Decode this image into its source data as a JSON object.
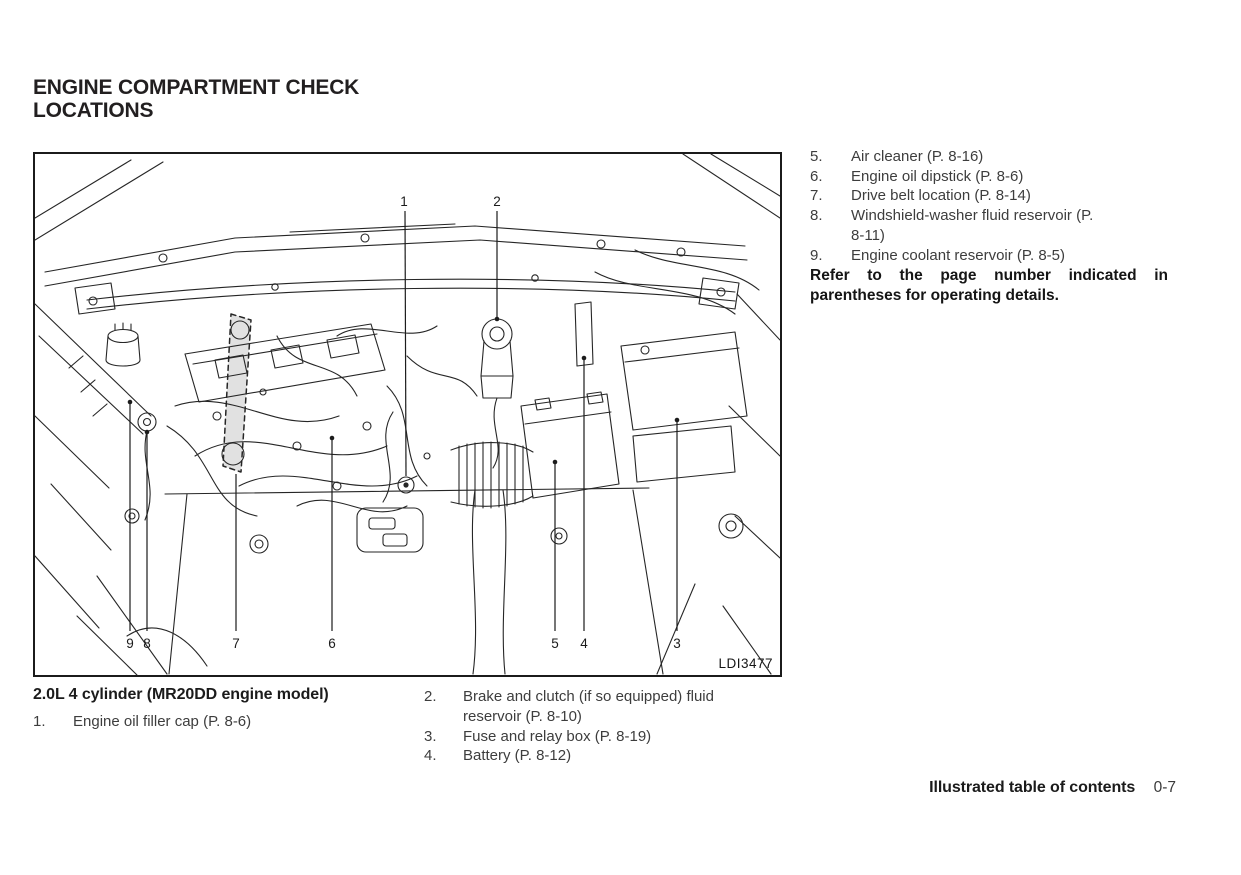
{
  "title": {
    "line1": "ENGINE COMPARTMENT CHECK",
    "line2": "LOCATIONS"
  },
  "diagram": {
    "figure_code": "LDI3477",
    "callouts": {
      "top": [
        {
          "label": "1"
        },
        {
          "label": "2"
        }
      ],
      "bottom": [
        {
          "label": "9"
        },
        {
          "label": "8"
        },
        {
          "label": "7"
        },
        {
          "label": "6"
        },
        {
          "label": "5"
        },
        {
          "label": "4"
        },
        {
          "label": "3"
        }
      ]
    }
  },
  "right_column": {
    "items": [
      {
        "num": "5.",
        "text": "Air cleaner (P. 8-16)"
      },
      {
        "num": "6.",
        "text": "Engine oil dipstick (P. 8-6)"
      },
      {
        "num": "7.",
        "text": "Drive belt location (P. 8-14)"
      },
      {
        "num": "8.",
        "text": "Windshield-washer fluid reservoir (P. 8-11)"
      },
      {
        "num": "9.",
        "text": "Engine coolant reservoir (P. 8-5)"
      }
    ],
    "note": "Refer to the page number indicated in parentheses for operating details."
  },
  "caption": {
    "heading": "2.0L 4 cylinder (MR20DD engine model)",
    "column1": [
      {
        "num": "1.",
        "text": "Engine oil filler cap (P. 8-6)"
      }
    ],
    "column2": [
      {
        "num": "2.",
        "text": "Brake and clutch (if so equipped) fluid reservoir (P. 8-10)"
      },
      {
        "num": "3.",
        "text": "Fuse and relay box (P. 8-19)"
      },
      {
        "num": "4.",
        "text": "Battery (P. 8-12)"
      }
    ]
  },
  "footer": {
    "label": "Illustrated table of contents",
    "page_number": "0-7"
  },
  "colors": {
    "text_heading": "#221f20",
    "text_body": "#3d3d3d",
    "line_art": "#262626"
  }
}
